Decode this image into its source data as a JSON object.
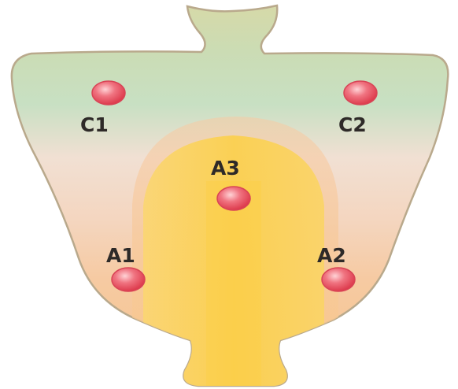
{
  "diagram": {
    "points": [
      {
        "id": "c1",
        "label": "C1"
      },
      {
        "id": "c2",
        "label": "C2"
      },
      {
        "id": "a3",
        "label": "A3"
      },
      {
        "id": "a1",
        "label": "A1"
      },
      {
        "id": "a2",
        "label": "A2"
      }
    ],
    "colors": {
      "outline": "#b9a98c",
      "top_green": "#c3dcb7",
      "middle_pink": "#f3dccb",
      "lower_peach": "#f7c999",
      "center_yellow": "#fbd155",
      "marker_fill": "#e6495a",
      "marker_highlight": "#ffd3d6"
    }
  }
}
